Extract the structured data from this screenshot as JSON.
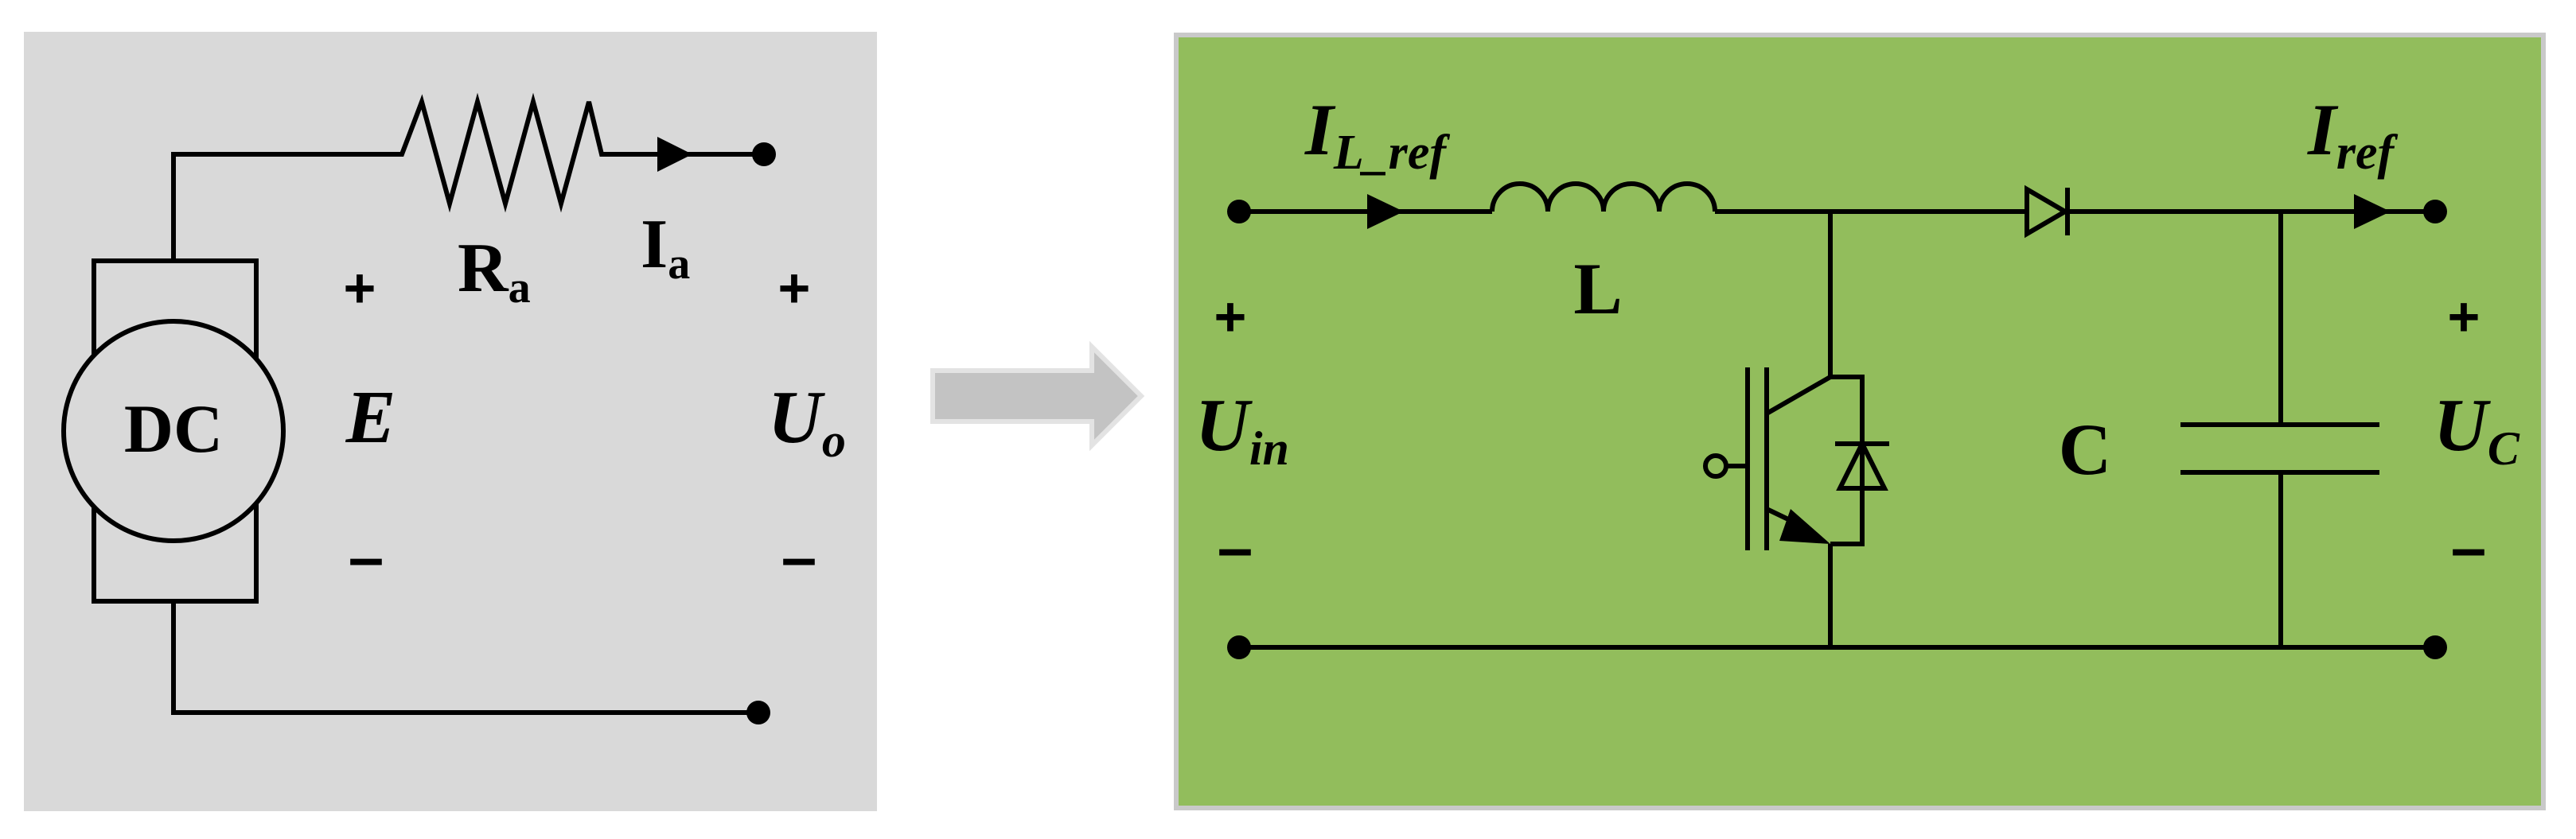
{
  "colors": {
    "left_panel": "#d9d9d9",
    "right_panel": "#92bd5c",
    "right_panel_border": "#c9c9c9",
    "arrow_fill": "#c3c3c3",
    "arrow_border": "#e3e3e3",
    "ink": "#000000"
  },
  "left_circuit": {
    "motor_label": "DC",
    "resistor_main": "R",
    "resistor_sub": "a",
    "current_main": "I",
    "current_sub": "a",
    "emf_label": "E",
    "output_main": "U",
    "output_sub": "o",
    "plus": "+",
    "minus": "–"
  },
  "right_circuit": {
    "input_current_main": "I",
    "input_current_sub": "L_ref",
    "inductor_label": "L",
    "output_current_main": "I",
    "output_current_sub": "ref",
    "input_voltage_main": "U",
    "input_voltage_sub": "in",
    "capacitor_label": "C",
    "output_voltage_main": "U",
    "output_voltage_sub": "C",
    "plus": "+",
    "minus": "–"
  }
}
